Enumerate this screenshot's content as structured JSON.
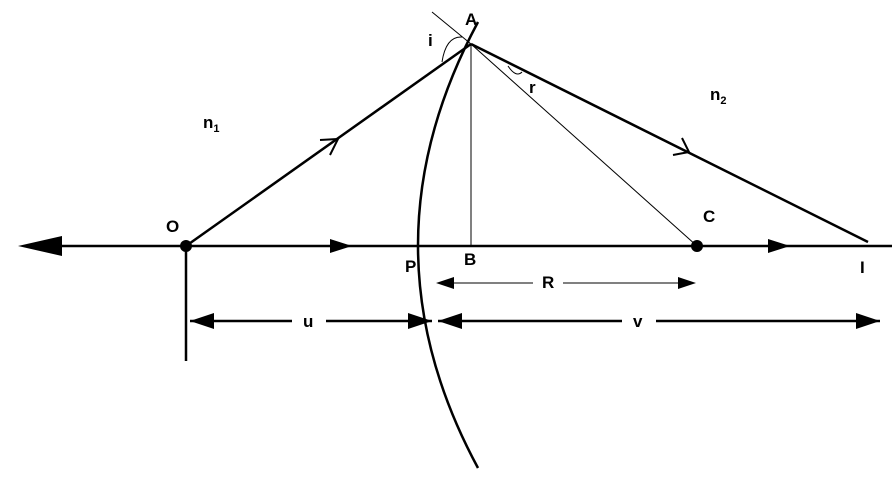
{
  "labels": {
    "point_a": "A",
    "point_o": "O",
    "point_p": "P",
    "point_b": "B",
    "point_c": "C",
    "point_i": "I",
    "angle_i": "i",
    "angle_r": "r",
    "medium_1": "n",
    "medium_1_sub": "1",
    "medium_2": "n",
    "medium_2_sub": "2",
    "dist_u": "u",
    "dist_v": "v",
    "dist_r": "R"
  },
  "colors": {
    "ink": "#000000",
    "background": "#ffffff"
  }
}
